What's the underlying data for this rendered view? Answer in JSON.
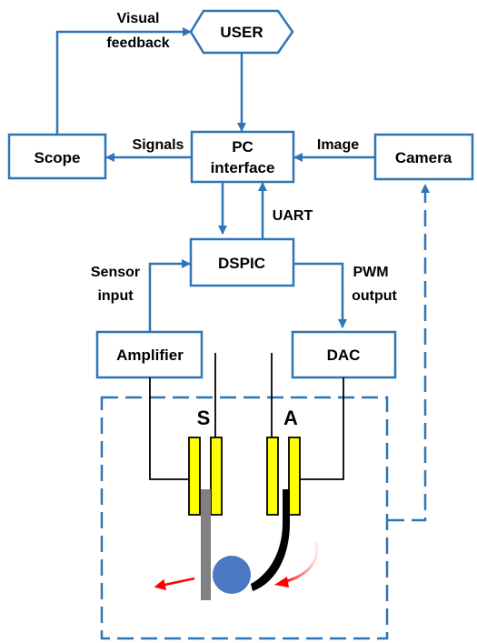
{
  "nodes": {
    "user": {
      "label": "USER"
    },
    "scope": {
      "label": "Scope"
    },
    "pc": {
      "line1": "PC",
      "line2": "interface"
    },
    "camera": {
      "label": "Camera"
    },
    "dspic": {
      "label": "DSPIC"
    },
    "amplifier": {
      "label": "Amplifier"
    },
    "dac": {
      "label": "DAC"
    }
  },
  "edges": {
    "visual_feedback": {
      "line1": "Visual",
      "line2": "feedback"
    },
    "signals": {
      "label": "Signals"
    },
    "image": {
      "label": "Image"
    },
    "uart": {
      "label": "UART"
    },
    "sensor_input": {
      "line1": "Sensor",
      "line2": "input"
    },
    "pwm_output": {
      "line1": "PWM",
      "line2": "output"
    }
  },
  "electrodes": {
    "sensor": {
      "label": "S"
    },
    "actuator": {
      "label": "A"
    }
  },
  "colors": {
    "flow": "#2e75b6",
    "electrode": "#ffff00",
    "ball": "#4a78c2",
    "motion_arrow": "#ff0000",
    "sensor_beam": "#808080",
    "actuator_beam": "#000000"
  }
}
